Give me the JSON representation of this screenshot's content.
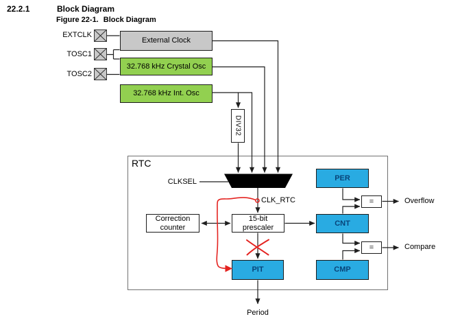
{
  "document": {
    "section_number": "22.2.1",
    "section_title": "Block Diagram",
    "figure_label": "Figure 22-1.",
    "figure_title": "Block Diagram"
  },
  "pins": [
    {
      "label": "EXTCLK"
    },
    {
      "label": "TOSC1"
    },
    {
      "label": "TOSC2"
    }
  ],
  "clock_sources": {
    "external_clock": "External Clock",
    "crystal_osc": "32.768 kHz Crystal Osc",
    "internal_osc": "32.768 kHz Int. Osc",
    "divider": "DIV32"
  },
  "rtc": {
    "title": "RTC",
    "mux_select_label": "CLKSEL",
    "clock_signal_label": "CLK_RTC",
    "correction_counter": {
      "line1": "Correction",
      "line2": "counter"
    },
    "prescaler": {
      "line1": "15-bit",
      "line2": "prescaler"
    },
    "registers": {
      "per": "PER",
      "cnt": "CNT",
      "cmp": "CMP",
      "pit": "PIT"
    },
    "comparator_symbol": "="
  },
  "outputs": {
    "overflow": "Overflow",
    "compare": "Compare",
    "period": "Period"
  },
  "colors": {
    "clock_box_gray": "#C8C8C8",
    "oscillator_green": "#92D050",
    "register_blue": "#29ABE2",
    "register_text_blue": "#084479",
    "annotation_red": "#E42320",
    "line_black": "#1F1F1F"
  }
}
